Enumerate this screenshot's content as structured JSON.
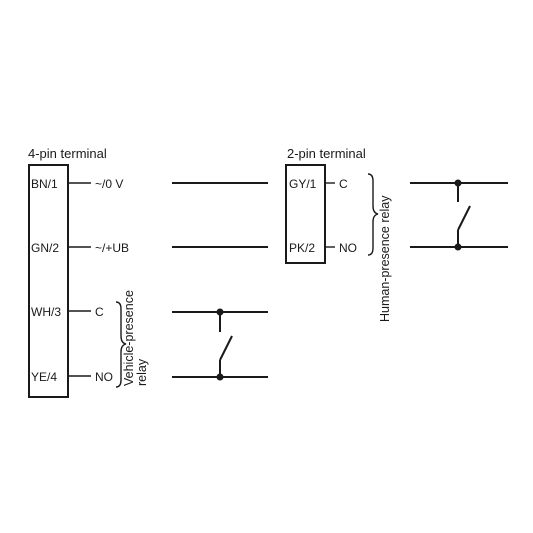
{
  "four_pin": {
    "title": "4-pin terminal",
    "pins": [
      {
        "label": "BN/1",
        "signal": "~/0 V"
      },
      {
        "label": "GN/2",
        "signal": "~/+UB"
      },
      {
        "label": "WH/3",
        "signal": "C"
      },
      {
        "label": "YE/4",
        "signal": "NO"
      }
    ],
    "relay_label_line1": "Vehicle-presence",
    "relay_label_line2": "relay"
  },
  "two_pin": {
    "title": "2-pin terminal",
    "pins": [
      {
        "label": "GY/1",
        "signal": "C"
      },
      {
        "label": "PK/2",
        "signal": "NO"
      }
    ],
    "relay_label": "Human-presence relay"
  }
}
